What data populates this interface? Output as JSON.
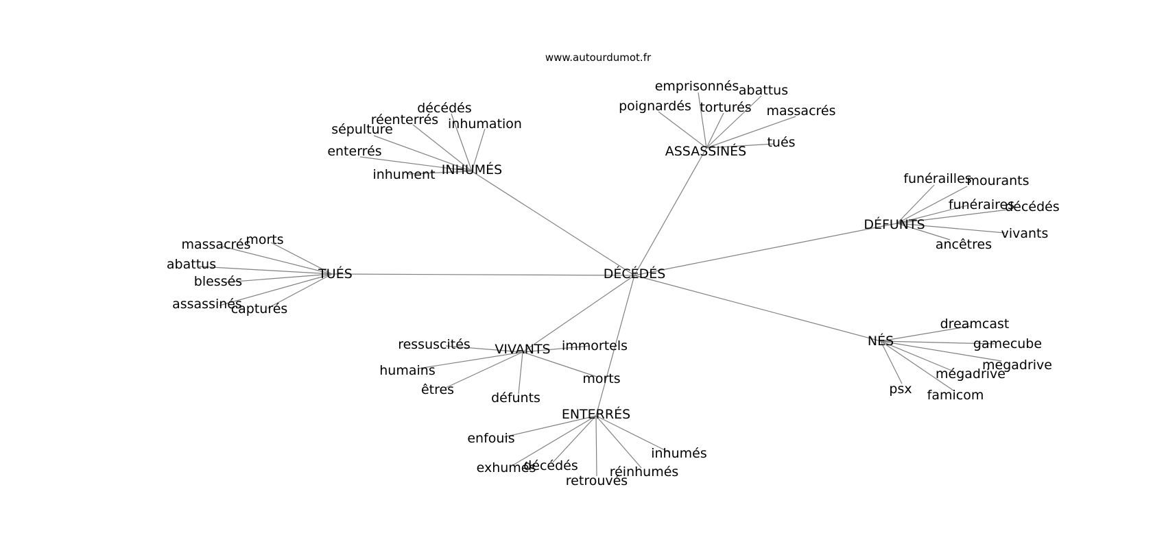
{
  "site": "www.autourdumot.fr",
  "center": "DÉCÉDÉS",
  "hubs": [
    {
      "id": "inhumes",
      "label": "INHUMÉS",
      "leaves": [
        "décédés",
        "réenterrés",
        "inhumation",
        "sépulture",
        "enterrés",
        "inhument"
      ]
    },
    {
      "id": "assassines",
      "label": "ASSASSINÉS",
      "leaves": [
        "emprisonnés",
        "abattus",
        "poignardés",
        "torturés",
        "massacrés",
        "tués"
      ]
    },
    {
      "id": "defunts",
      "label": "DÉFUNTS",
      "leaves": [
        "funérailles",
        "mourants",
        "funéraires",
        "décédés",
        "vivants",
        "ancêtres"
      ]
    },
    {
      "id": "tues",
      "label": "TUÉS",
      "leaves": [
        "morts",
        "massacrés",
        "abattus",
        "blessés",
        "assassinés",
        "capturés"
      ]
    },
    {
      "id": "vivants",
      "label": "VIVANTS",
      "leaves": [
        "ressuscités",
        "immortels",
        "humains",
        "êtres",
        "morts",
        "défunts"
      ]
    },
    {
      "id": "nes",
      "label": "NÉS",
      "leaves": [
        "dreamcast",
        "gamecube",
        "megadrive",
        "mégadrive",
        "psx",
        "famicom"
      ]
    },
    {
      "id": "enterres",
      "label": "ENTERRÉS",
      "leaves": [
        "enfouis",
        "inhumés",
        "exhumés",
        "décédés",
        "réinhumés",
        "retrouvés"
      ]
    }
  ]
}
